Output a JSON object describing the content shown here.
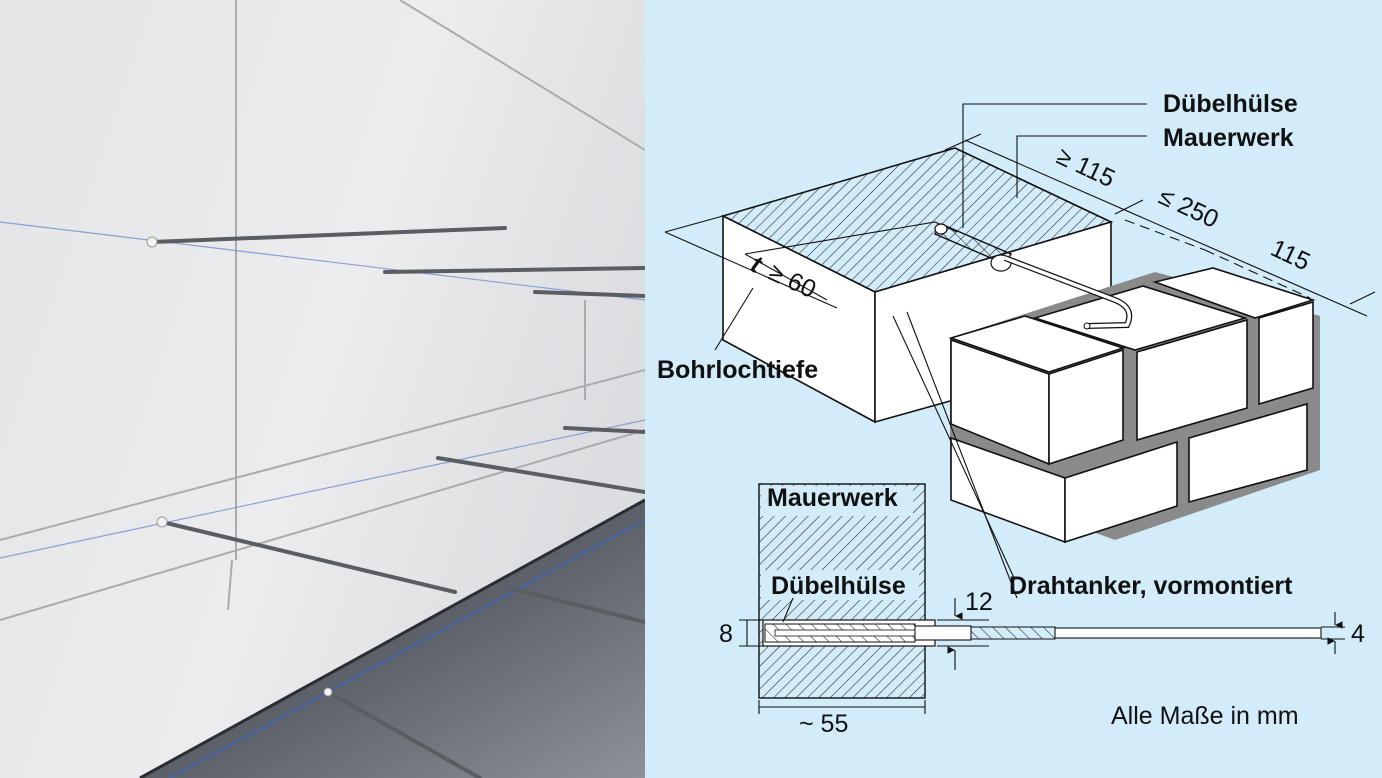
{
  "diagram": {
    "labels": {
      "duebelhuelse_top": "Dübelhülse",
      "mauerwerk_top": "Mauerwerk",
      "bohrlochtiefe": "Bohrlochtiefe",
      "mauerwerk_section": "Mauerwerk",
      "duebelhuelse_section": "Dübelhülse",
      "drahtanker": "Drahtanker, vormontiert",
      "units_note": "Alle Maße in mm"
    },
    "dimensions": {
      "min_115": "≥ 115",
      "max_250": "≤ 250",
      "brick_115": "115",
      "depth_t": "t",
      "depth_min_60": "≥ 60",
      "dia_12": "12",
      "dia_8": "8",
      "dia_4": "4",
      "length_55": "~ 55"
    }
  },
  "colors": {
    "diagram_background": "#d3ecf9",
    "mortar": "#8a8a8a",
    "line": "#111111"
  }
}
